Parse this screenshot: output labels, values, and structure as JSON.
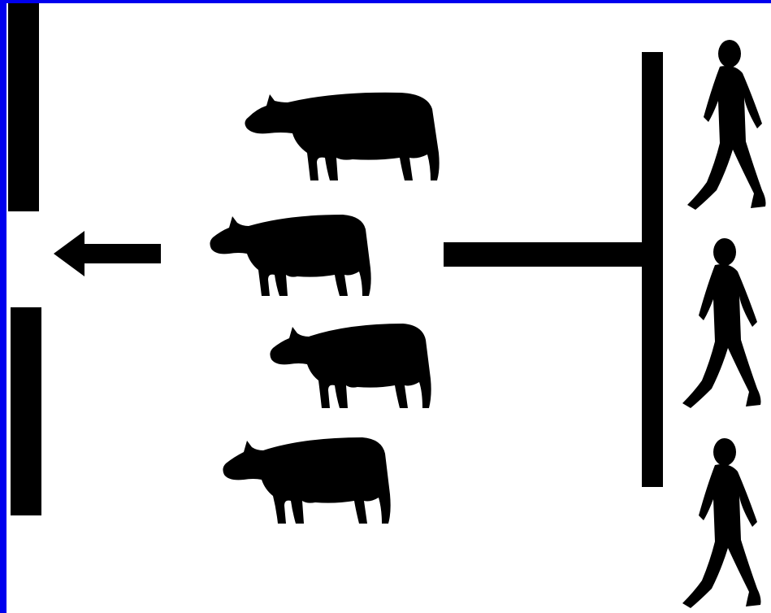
{
  "colors": {
    "border": "#0000ee",
    "background": "#ffffff",
    "silhouette": "#000000"
  },
  "diagram": {
    "flow_direction": "left",
    "cattle": [
      {
        "icon": "cow-icon",
        "facing": "left"
      },
      {
        "icon": "cow-icon",
        "facing": "left"
      },
      {
        "icon": "cow-icon",
        "facing": "left"
      },
      {
        "icon": "cow-icon",
        "facing": "left"
      }
    ],
    "people": [
      {
        "icon": "walking-person-icon"
      },
      {
        "icon": "walking-person-icon"
      },
      {
        "icon": "walking-person-icon"
      }
    ]
  }
}
